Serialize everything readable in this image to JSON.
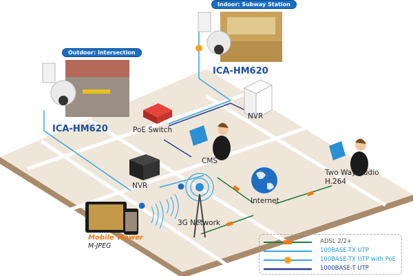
{
  "cameras": [
    {
      "badge": "Indoor: Subway Station",
      "model": "ICA-HM620"
    },
    {
      "badge": "Outdoor: Intersection",
      "model": "ICA-HM620"
    }
  ],
  "nodes": {
    "poe_switch": "PoE Switch",
    "nvr_top": "NVR",
    "nvr_bottom": "NVR",
    "cms": "CMS",
    "internet": "Internet",
    "network_3g": "3G Network",
    "two_way_audio": "Two Way Audio",
    "two_way_codec": "H.264",
    "mobile_viewer": "Mobile Viewer",
    "mobile_codec": "M-JPEG"
  },
  "legend": [
    {
      "label": "ADSL 2/2+",
      "color": "#1f7a3a",
      "text_color": "#555555"
    },
    {
      "label": "100BASE-TX UTP",
      "color": "#34a6e4",
      "text_color": "#2b9be0"
    },
    {
      "label": "100BASE-TX UTP with PoE",
      "color": "#34a6e4",
      "text_color": "#2b9be0"
    },
    {
      "label": "1000BASE-T UTP",
      "color": "#2a3f8f",
      "text_color": "#1a3a8f"
    }
  ]
}
